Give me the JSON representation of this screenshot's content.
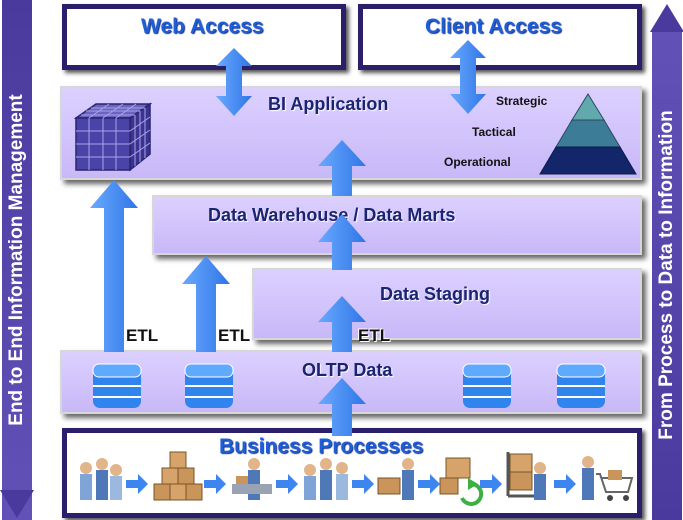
{
  "left_banner": {
    "text": "End to End Information Management"
  },
  "right_banner": {
    "text": "From Process to Data to Information"
  },
  "boxes": {
    "web_access": "Web Access",
    "client_access": "Client Access",
    "bi_application": "BI Application",
    "data_warehouse": "Data Warehouse / Data Marts",
    "data_staging": "Data Staging",
    "oltp_data": "OLTP Data",
    "business_processes": "Business Processes"
  },
  "pyramid": {
    "levels": [
      "Strategic",
      "Tactical",
      "Operational"
    ]
  },
  "etl_labels": [
    "ETL",
    "ETL",
    "ETL"
  ],
  "process_icons": [
    "people-icon",
    "boxes-icon",
    "worker-icon",
    "people-icon",
    "worker-icon",
    "package-icon",
    "dolly-icon",
    "cart-icon"
  ],
  "colors": {
    "banner": "#4a3a9e",
    "box_border": "#2b1f6b",
    "layer_fill": "#d2c4fc",
    "arrow": "#4a8ef0",
    "label_blue": "#1f5fd6",
    "label_navy": "#1a2470"
  }
}
